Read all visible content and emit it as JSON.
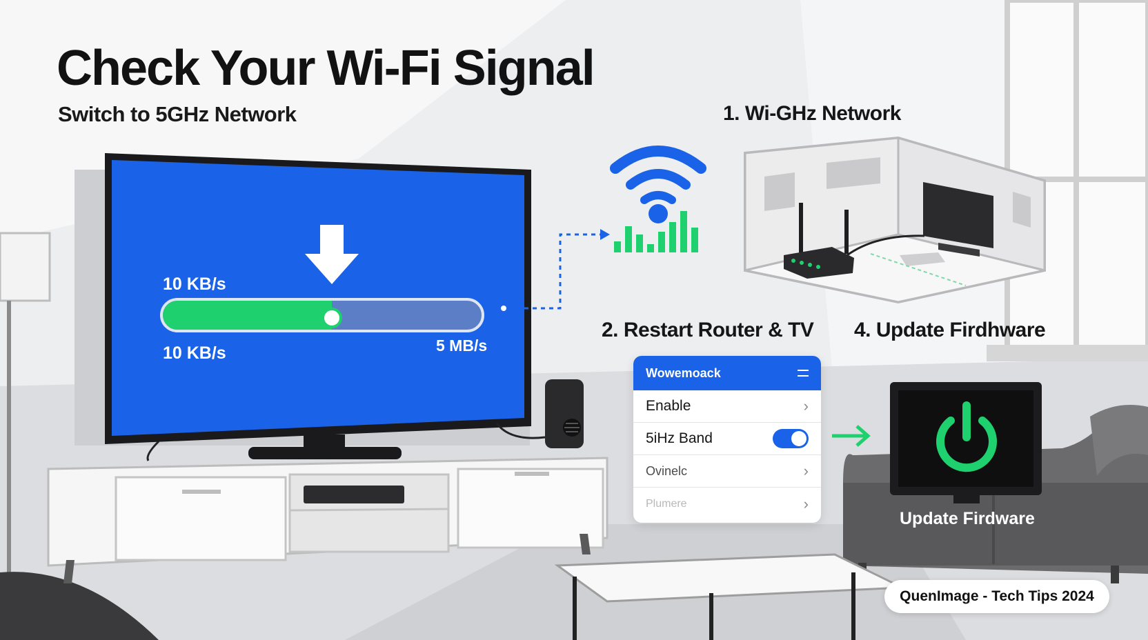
{
  "header": {
    "title": "Check Your Wi-Fi Signal",
    "subtitle": "Switch to 5GHz Network"
  },
  "steps": {
    "step1": "1. Wi-GHz Network",
    "step2": "2. Restart Router & TV",
    "step4": "4. Update Firdhware"
  },
  "tv_screen": {
    "speed_top": "10 KB/s",
    "speed_left": "10 KB/s",
    "speed_right": "5 MB/s",
    "progress": 0.53
  },
  "settings_card": {
    "header": "Wowemoack",
    "items": [
      {
        "label": "Enable",
        "control": "chevron"
      },
      {
        "label": "5iHz Band",
        "control": "toggle-on"
      },
      {
        "label": "Ovinelc",
        "control": "chevron"
      },
      {
        "label": "Plumere",
        "control": "chevron"
      }
    ]
  },
  "monitor": {
    "label": "Update Firdware"
  },
  "footer": {
    "badge": "QuenImage - Tech Tips 2024"
  },
  "colors": {
    "tv_blue": "#1a63e8",
    "green": "#1fd06e",
    "background": "#e9eaec"
  },
  "icons": [
    "download-arrow-icon",
    "wifi-icon",
    "signal-bars-icon",
    "router-icon",
    "power-icon",
    "chevron-right-icon",
    "toggle-icon"
  ]
}
